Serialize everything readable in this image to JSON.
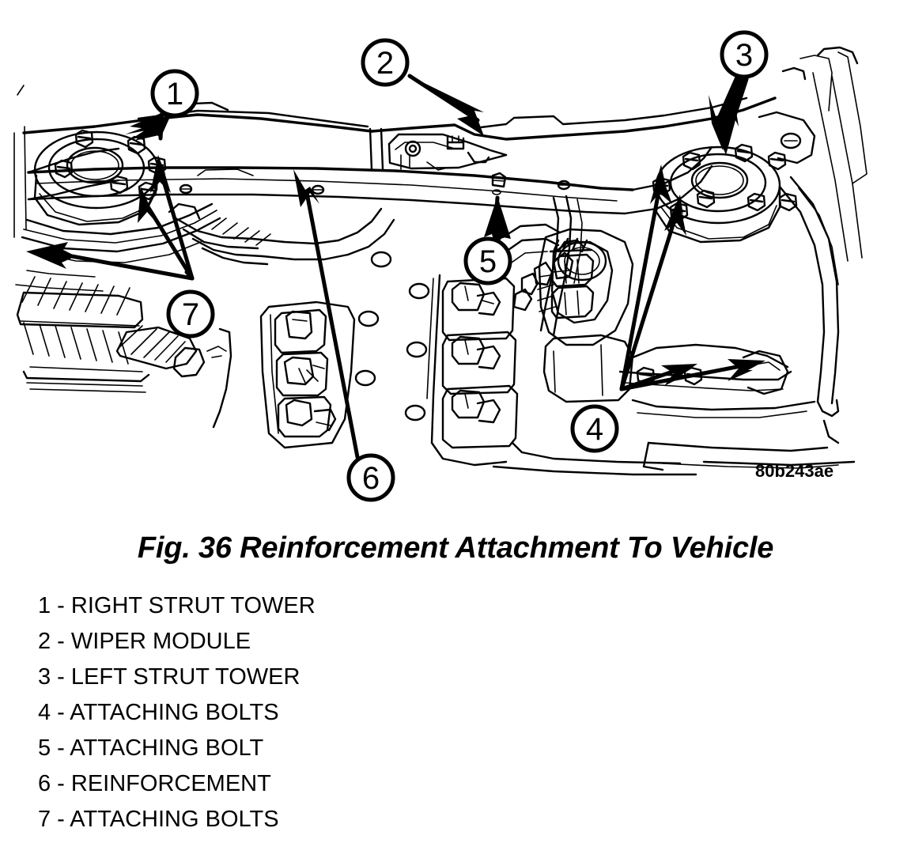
{
  "figure": {
    "title": "Fig. 36 Reinforcement Attachment To Vehicle",
    "code": "80b243ae",
    "callouts": [
      {
        "id": "1",
        "label": "1"
      },
      {
        "id": "2",
        "label": "2"
      },
      {
        "id": "3",
        "label": "3"
      },
      {
        "id": "4",
        "label": "4"
      },
      {
        "id": "5",
        "label": "5"
      },
      {
        "id": "6",
        "label": "6"
      },
      {
        "id": "7",
        "label": "7"
      }
    ]
  },
  "legend": {
    "items": [
      {
        "num": "1",
        "text": "1 - RIGHT STRUT TOWER"
      },
      {
        "num": "2",
        "text": "2 - WIPER MODULE"
      },
      {
        "num": "3",
        "text": "3 - LEFT STRUT TOWER"
      },
      {
        "num": "4",
        "text": "4 - ATTACHING BOLTS"
      },
      {
        "num": "5",
        "text": "5 - ATTACHING BOLT"
      },
      {
        "num": "6",
        "text": "6 - REINFORCEMENT"
      },
      {
        "num": "7",
        "text": "7 - ATTACHING BOLTS"
      }
    ]
  },
  "colors": {
    "ink": "#000000",
    "background": "#ffffff"
  }
}
